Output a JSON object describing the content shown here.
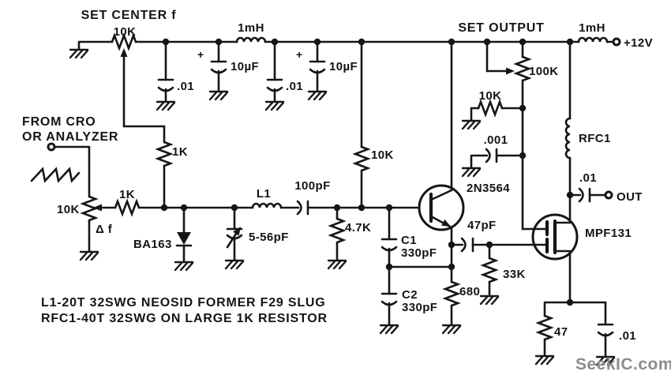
{
  "diagram": {
    "power_rail": {
      "set_center_label": "SET CENTER f",
      "set_center_pot": "10K",
      "decoupling_cap_1": ".01",
      "electrolytic_1_plus": "+",
      "electrolytic_1": "10µF",
      "choke_1": "1mH",
      "decoupling_cap_2": ".01",
      "electrolytic_2_plus": "+",
      "electrolytic_2": "10µF",
      "set_output_label": "SET OUTPUT",
      "output_pot": "100K",
      "choke_2": "1mH",
      "supply": "+12V"
    },
    "input": {
      "source_line1": "FROM CRO",
      "source_line2": "OR ANALYZER",
      "input_pot": "10K",
      "delta_f": "Δ f",
      "series_resistor": "1K",
      "center_set_resistor": "1K",
      "varicap": "BA163",
      "trimmer_cap": "5-56pF",
      "tank_inductor": "L1",
      "coupling_cap": "100pF"
    },
    "oscillator": {
      "bias_resistor_upper": "10K",
      "bias_resistor_lower": "4.7K",
      "transistor": "2N3564",
      "cap1_name": "C1",
      "cap1_value": "330pF",
      "cap2_name": "C2",
      "cap2_value": "330pF",
      "emitter_resistor": "680",
      "coupling_cap": "47pF",
      "gate_resistor": "33K"
    },
    "buffer": {
      "gate2_resistor": "10K",
      "gate2_cap": ".001",
      "fet": "MPF131",
      "drain_choke": "RFC1",
      "output_cap": ".01",
      "output_label": "OUT",
      "source_resistor": "47",
      "source_cap": ".01"
    },
    "notes": {
      "line1": "L1-20T 32SWG NEOSID FORMER F29 SLUG",
      "line2": "RFC1-40T 32SWG ON LARGE 1K RESISTOR"
    },
    "watermark": "SeekIC.com"
  }
}
